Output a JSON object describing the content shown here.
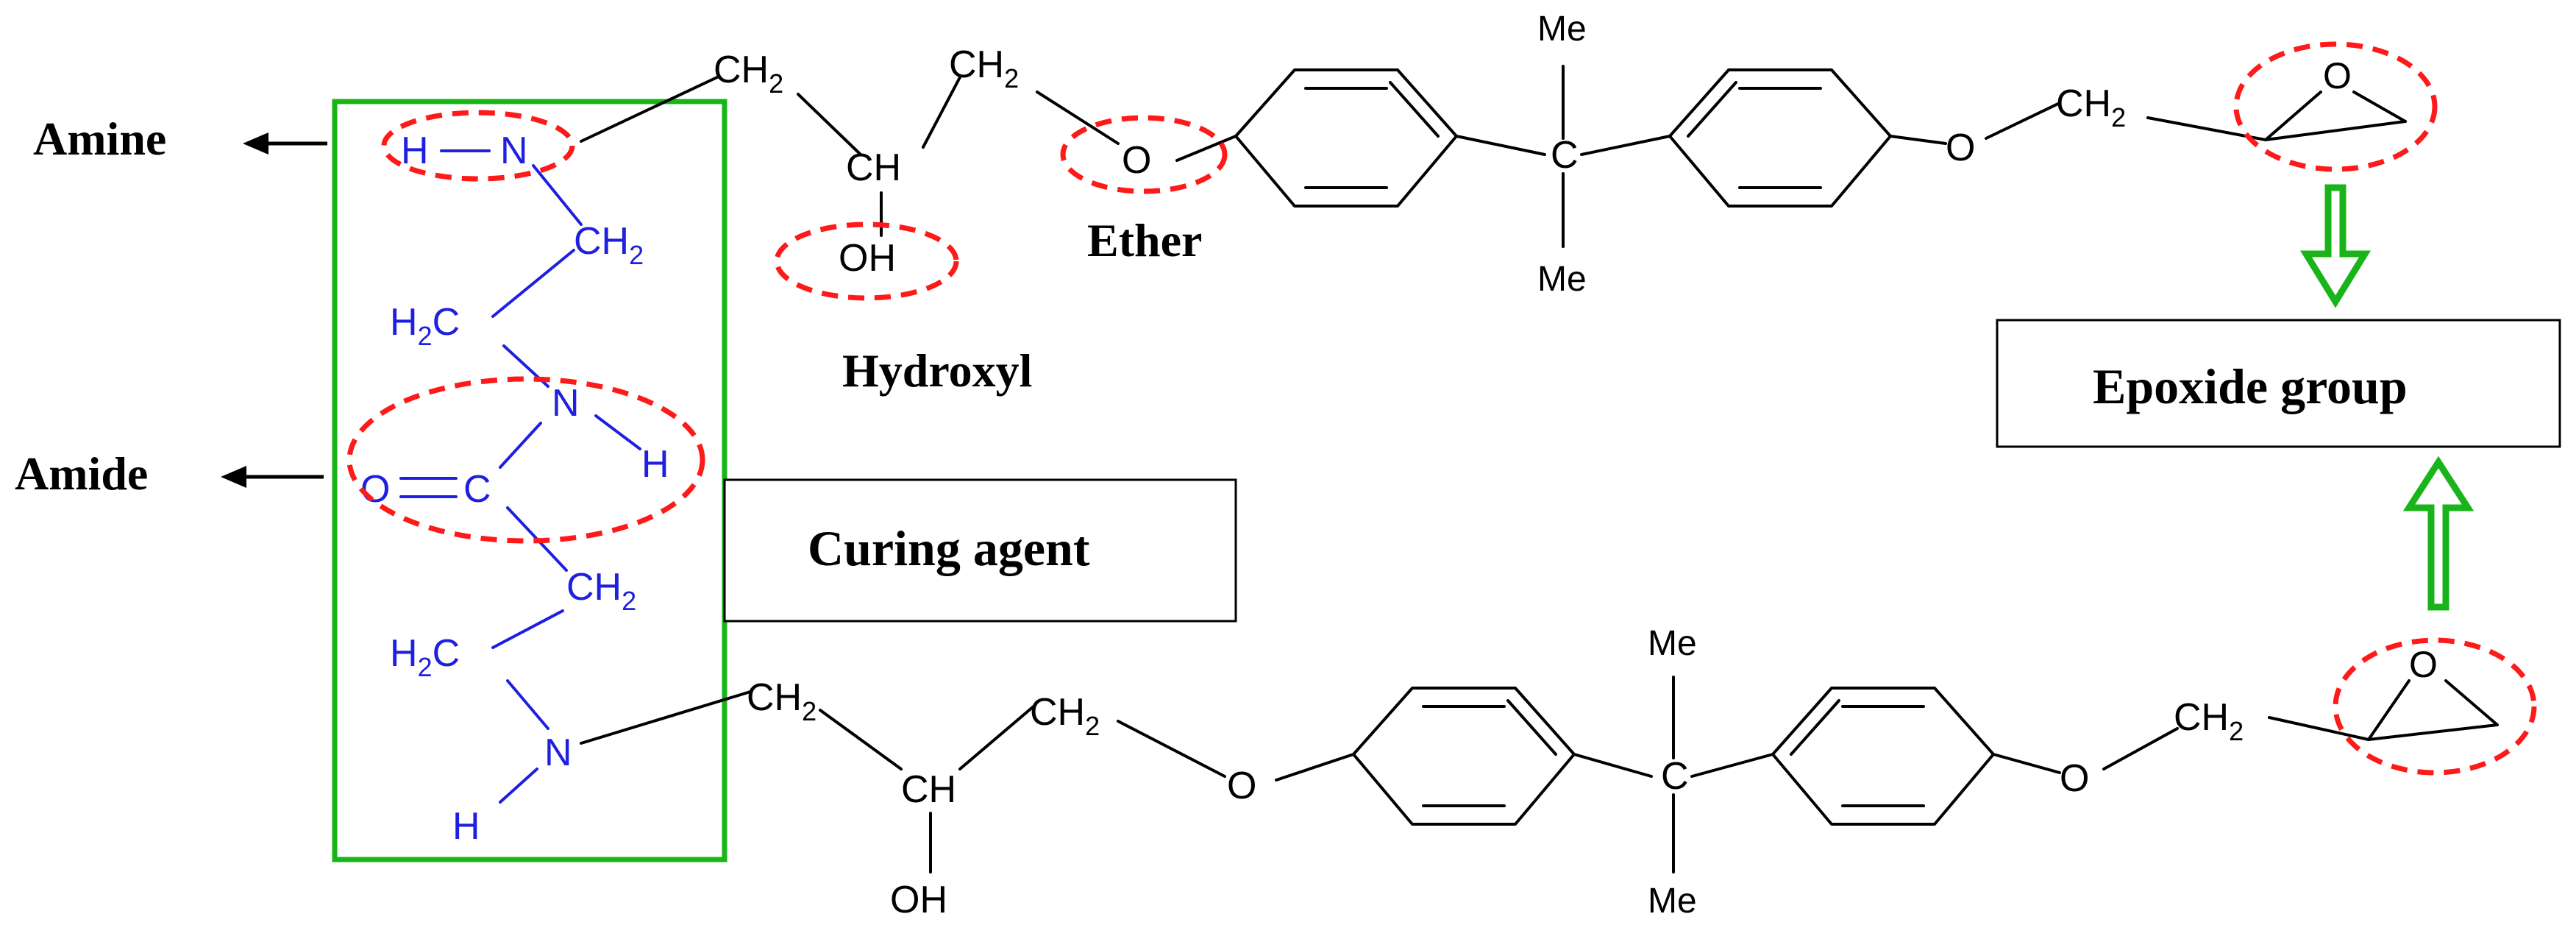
{
  "labels": {
    "amine": "Amine",
    "amide": "Amide",
    "hydroxyl": "Hydroxyl",
    "ether": "Ether",
    "curing_agent": "Curing agent",
    "epoxide_group": "Epoxide group"
  },
  "atoms": {
    "ch2": "CH",
    "sub2": "2",
    "ch": "CH",
    "oh": "OH",
    "o": "O",
    "c": "C",
    "me": "Me",
    "n": "N",
    "h": "H",
    "h2c_h": "H",
    "h2c_c": "C"
  },
  "colors": {
    "curing_box": "#18b418",
    "highlight": "#ff1a1a",
    "curing_atoms": "#1f1fe0",
    "hollow_arrow": "#19b419"
  }
}
